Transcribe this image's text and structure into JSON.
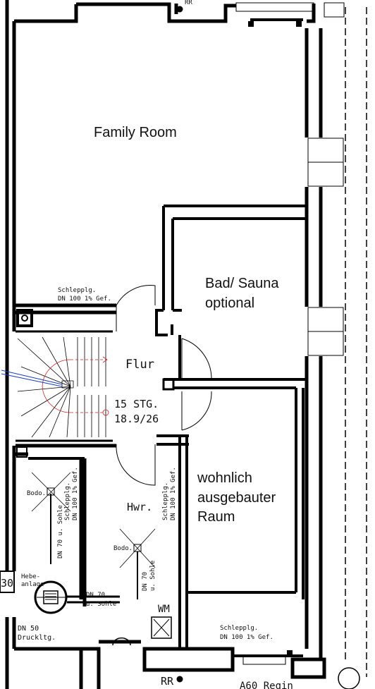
{
  "rooms": {
    "family_room": "Family Room",
    "bath_line1": "Bad/ Sauna",
    "bath_line2": "optional",
    "living_line1": "wohnlich",
    "living_line2": "ausgebauter",
    "living_line3": "Raum",
    "hall": "Flur",
    "utility": "Hwr."
  },
  "stairs": {
    "steps": "15 STG.",
    "ratio": "18.9/26"
  },
  "annotations": {
    "drag_line_top": "Schlepplg.",
    "drag_line_top_2": "DN 100 1% Gef.",
    "drag_line_mid": "Schlepplg.",
    "drag_line_mid_2": "DN 100 1% Gef.",
    "drag_line_bottom": "Schlepplg.",
    "drag_line_bottom_2": "DN 100 1% Gef.",
    "drag_line_left": "Schlepplg.",
    "drag_line_left_2": "DN 100 1% Gef.",
    "floor_drain_1": "Bodo.",
    "floor_drain_2": "Bodo.",
    "dn70_sohle_1a": "DN 70 u. Sohle",
    "dn70_sohle_2a": "DN 70",
    "dn70_sohle_2b": "u. Sohle",
    "dn70_sohle_3a": "DN 70",
    "dn70_sohle_3b": "u. Sohle",
    "lift_1": "Hebe-",
    "lift_2": "anlage",
    "pressure_1": "DN 50",
    "pressure_2": "Druckltg.",
    "wm": "WM",
    "rr": "RR",
    "dim_30": "30",
    "top_fragment": "RR",
    "bottom_fragment": "A60 Regin"
  },
  "colors": {
    "wall": "#000000",
    "stair_arrow": "#cc2222",
    "stair_line": "#1a3fbf"
  }
}
